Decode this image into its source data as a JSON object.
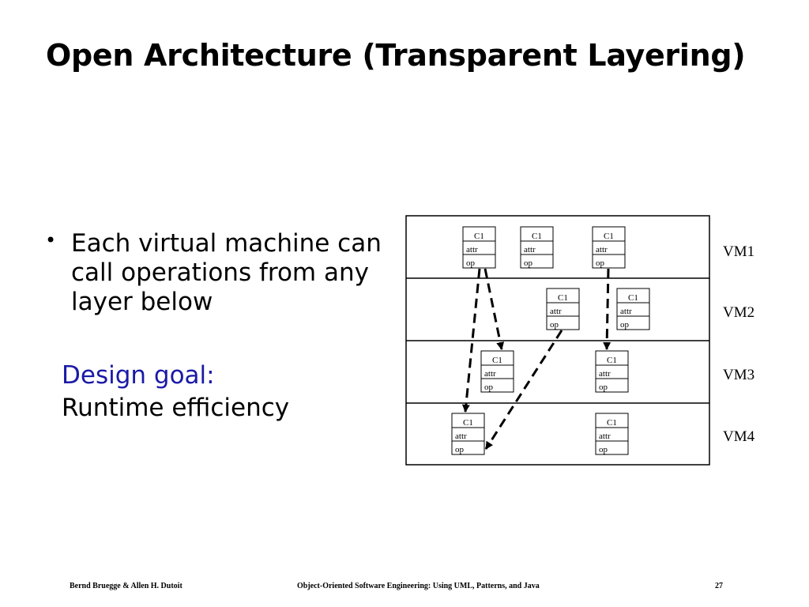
{
  "slide": {
    "title": "Open Architecture (Transparent Layering)",
    "bullet": "Each virtual machine can call operations from any layer below",
    "goal_label": "Design goal:",
    "goal_value": "Runtime efficiency"
  },
  "diagram": {
    "layers": [
      {
        "label": "VM1",
        "classes": [
          {
            "name": "C1",
            "attr": "attr",
            "op": "op"
          },
          {
            "name": "C1",
            "attr": "attr",
            "op": "op"
          },
          {
            "name": "C1",
            "attr": "attr",
            "op": "op"
          }
        ]
      },
      {
        "label": "VM2",
        "classes": [
          {
            "name": "C1",
            "attr": "attr",
            "op": "op"
          },
          {
            "name": "C1",
            "attr": "attr",
            "op": "op"
          }
        ]
      },
      {
        "label": "VM3",
        "classes": [
          {
            "name": "C1",
            "attr": "attr",
            "op": "op"
          },
          {
            "name": "C1",
            "attr": "attr",
            "op": "op"
          }
        ]
      },
      {
        "label": "VM4",
        "classes": [
          {
            "name": "C1",
            "attr": "attr",
            "op": "op"
          },
          {
            "name": "C1",
            "attr": "attr",
            "op": "op"
          }
        ]
      }
    ],
    "calls": [
      {
        "from": "VM1",
        "to": "VM4"
      },
      {
        "from": "VM1",
        "to": "VM3"
      },
      {
        "from": "VM1",
        "to": "VM3"
      },
      {
        "from": "VM2",
        "to": "VM4"
      }
    ]
  },
  "footer": {
    "authors": "Bernd Bruegge & Allen H. Dutoit",
    "book": "Object-Oriented Software Engineering: Using UML, Patterns, and Java",
    "page": "27"
  }
}
